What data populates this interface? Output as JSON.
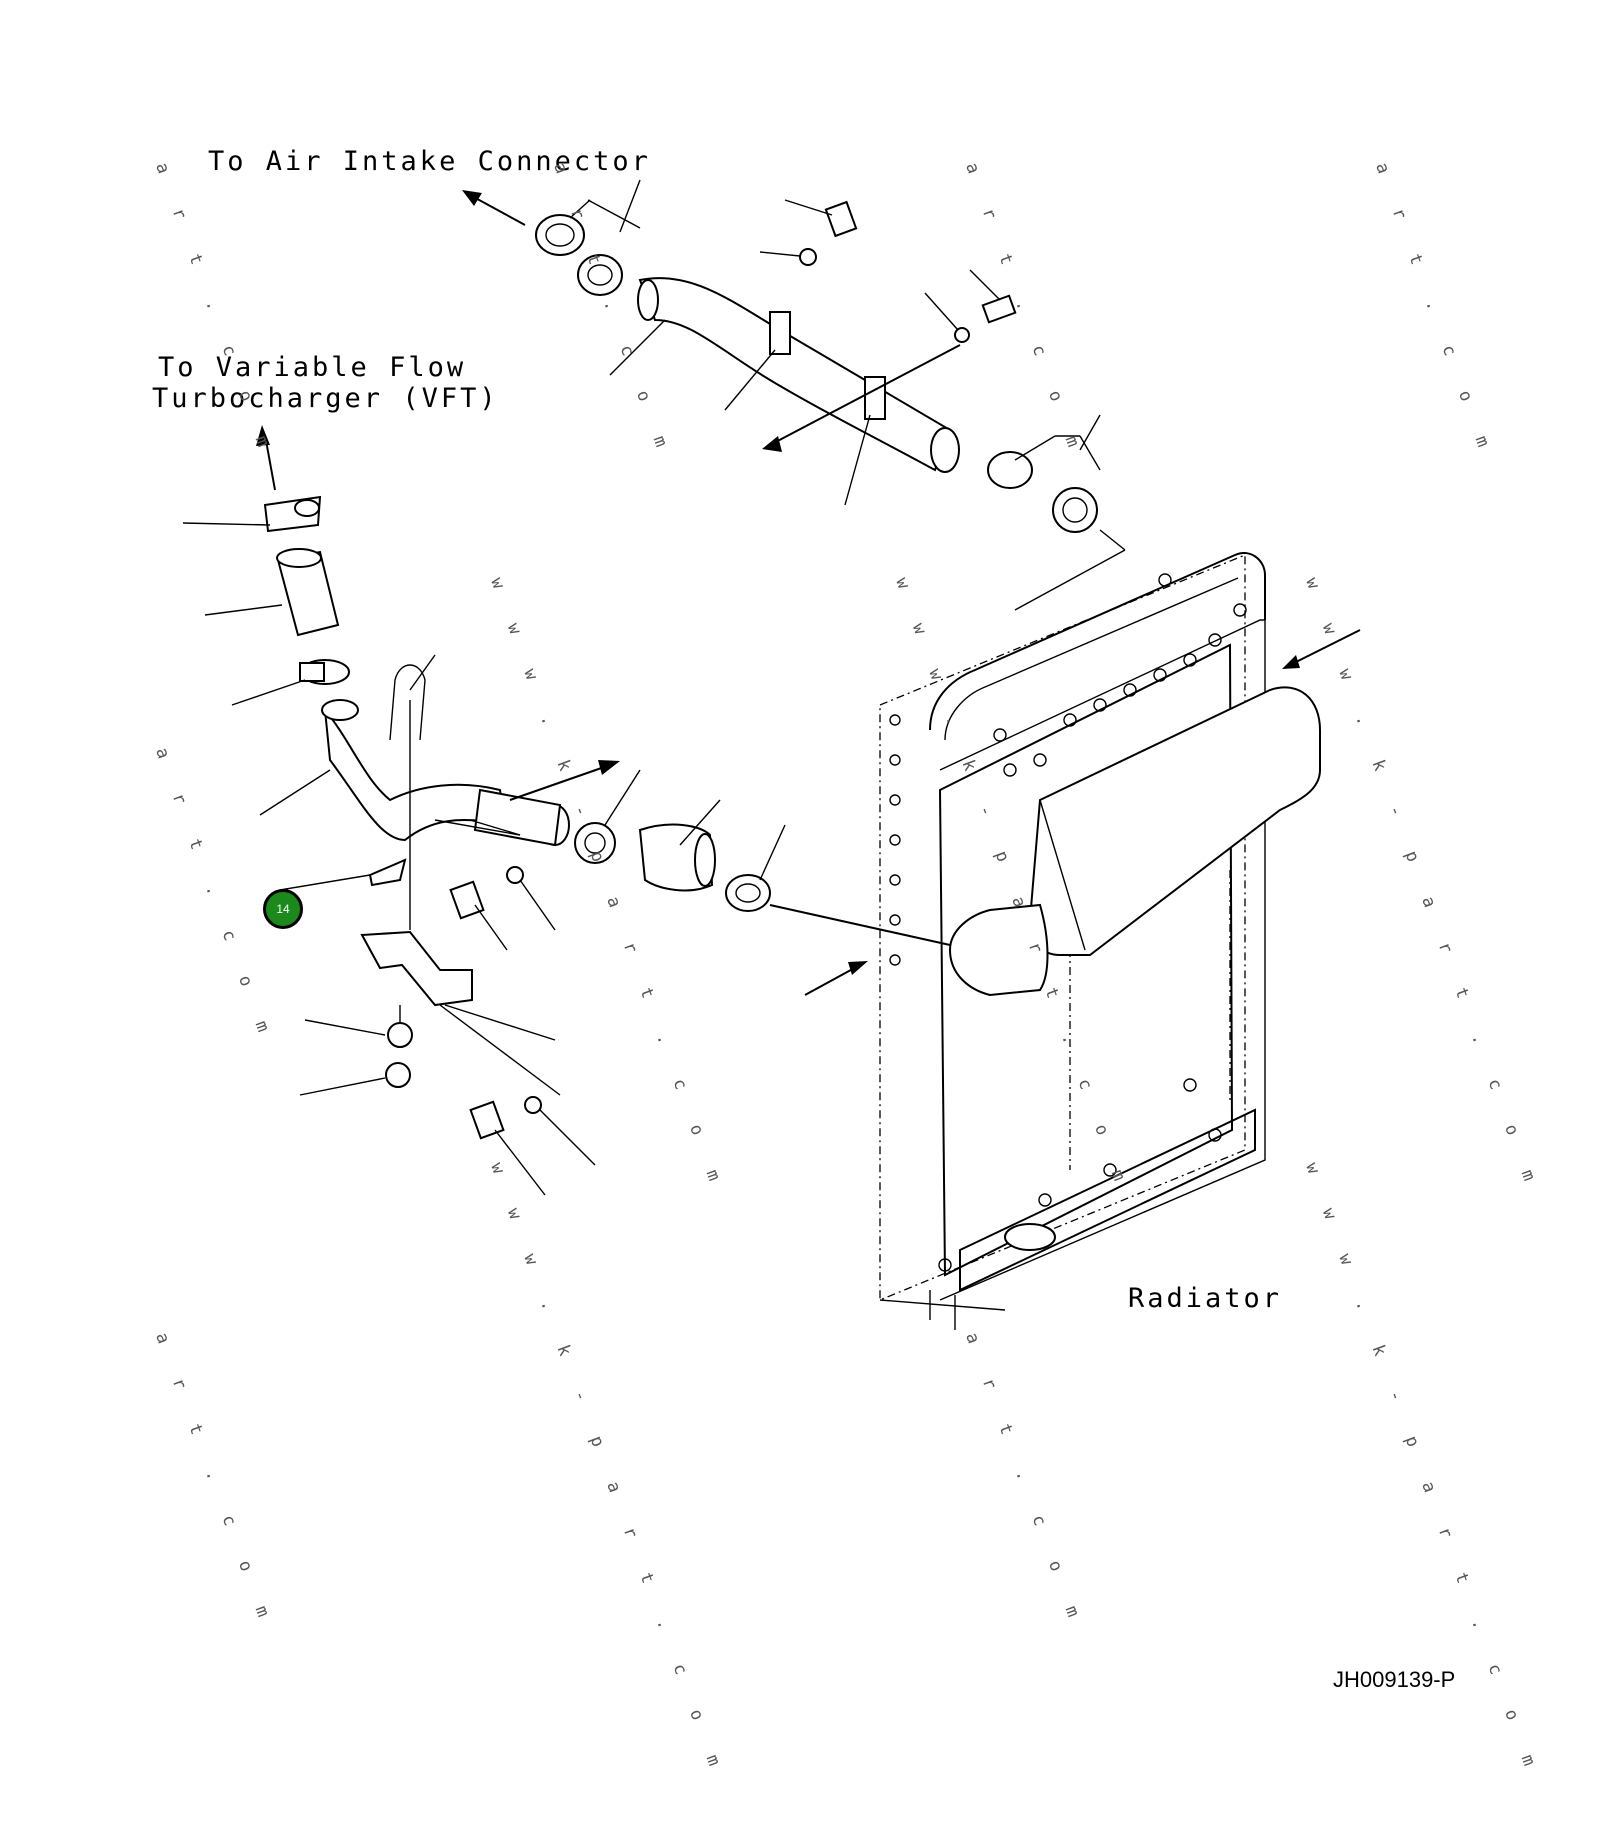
{
  "labels": {
    "air_intake": "To Air Intake Connector",
    "vft_line1": "To Variable Flow",
    "vft_line2": "Turbocharger (VFT)",
    "radiator": "Radiator"
  },
  "marker": {
    "number": "14",
    "color": "#1b8a1b"
  },
  "drawing_code": "JH009139-P",
  "watermarks": {
    "partial": "a r t . c o m",
    "full": "w w w . k - p a r t . c o m"
  }
}
